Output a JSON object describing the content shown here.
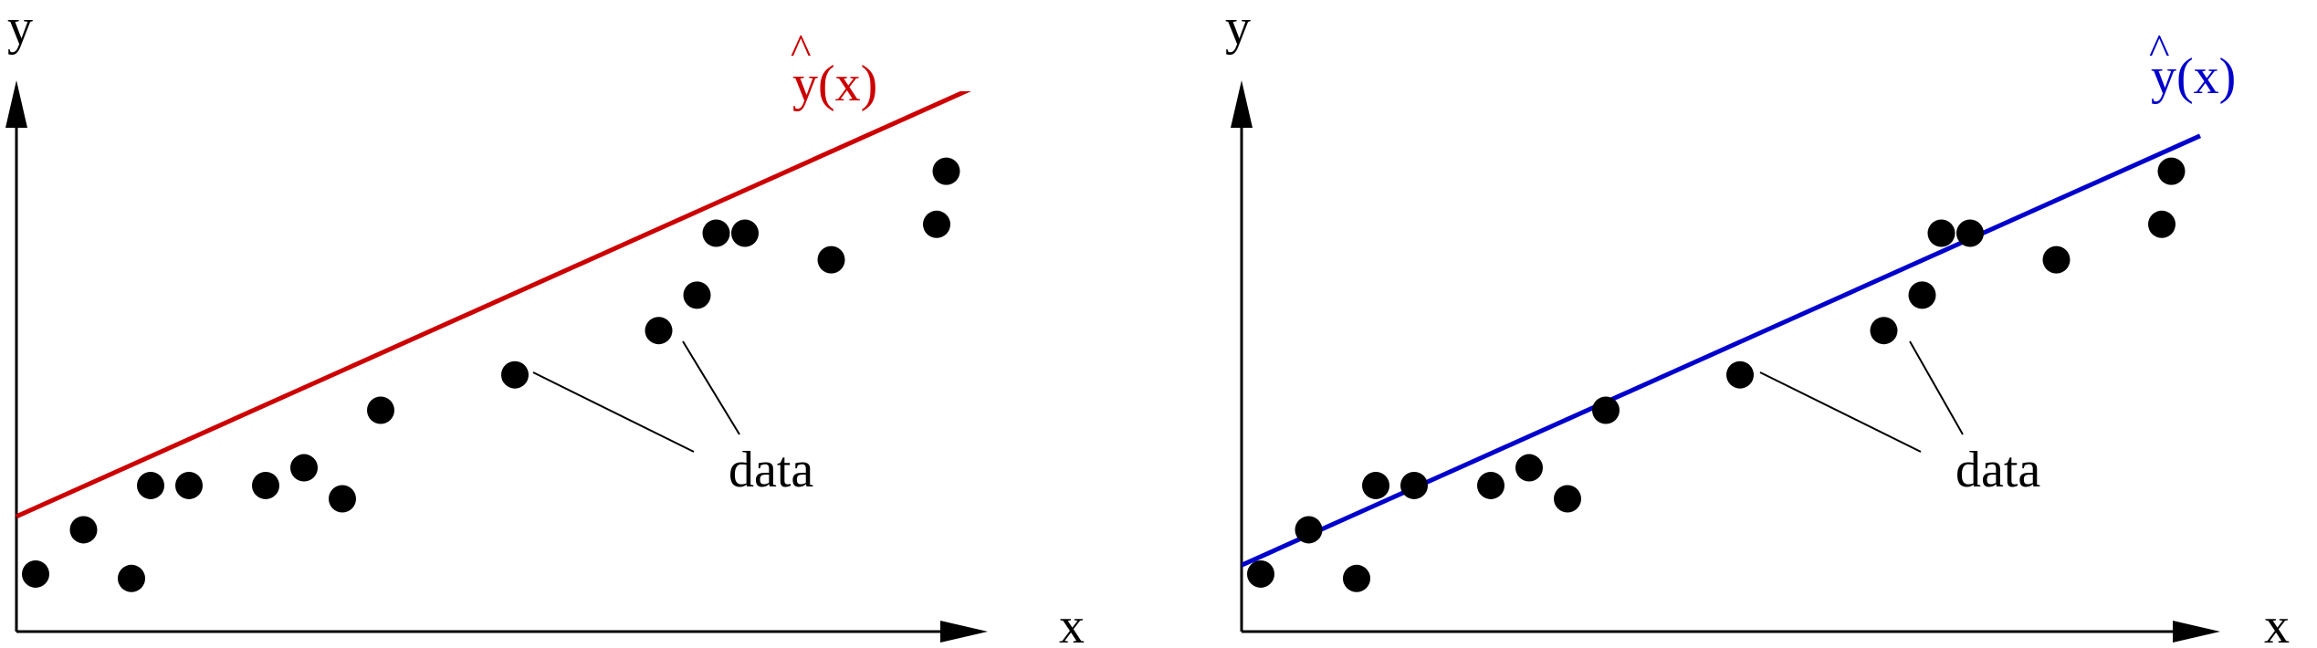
{
  "panels": [
    {
      "y_axis_label": "y",
      "x_axis_label": "x",
      "fit_label": "y(x)",
      "fit_hat": "^",
      "annotation": "data",
      "fit_color": "#cc0000",
      "fit_line": {
        "x": [
          0,
          1
        ],
        "y": [
          0.26,
          1.23
        ]
      },
      "points": [
        {
          "x": 0.02,
          "y": 0.13
        },
        {
          "x": 0.07,
          "y": 0.23
        },
        {
          "x": 0.12,
          "y": 0.12
        },
        {
          "x": 0.14,
          "y": 0.33
        },
        {
          "x": 0.18,
          "y": 0.33
        },
        {
          "x": 0.26,
          "y": 0.33
        },
        {
          "x": 0.3,
          "y": 0.37
        },
        {
          "x": 0.34,
          "y": 0.3
        },
        {
          "x": 0.38,
          "y": 0.5
        },
        {
          "x": 0.52,
          "y": 0.58
        },
        {
          "x": 0.67,
          "y": 0.68
        },
        {
          "x": 0.71,
          "y": 0.76
        },
        {
          "x": 0.73,
          "y": 0.9
        },
        {
          "x": 0.76,
          "y": 0.9
        },
        {
          "x": 0.85,
          "y": 0.84
        },
        {
          "x": 0.96,
          "y": 0.92
        },
        {
          "x": 0.97,
          "y": 1.04
        }
      ]
    },
    {
      "y_axis_label": "y",
      "x_axis_label": "x",
      "fit_label": "y(x)",
      "fit_hat": "^",
      "annotation": "data",
      "fit_color": "#0000cc",
      "fit_line": {
        "x": [
          0,
          1
        ],
        "y": [
          0.15,
          1.12
        ]
      },
      "points": [
        {
          "x": 0.02,
          "y": 0.13
        },
        {
          "x": 0.07,
          "y": 0.23
        },
        {
          "x": 0.12,
          "y": 0.12
        },
        {
          "x": 0.14,
          "y": 0.33
        },
        {
          "x": 0.18,
          "y": 0.33
        },
        {
          "x": 0.26,
          "y": 0.33
        },
        {
          "x": 0.3,
          "y": 0.37
        },
        {
          "x": 0.34,
          "y": 0.3
        },
        {
          "x": 0.38,
          "y": 0.5
        },
        {
          "x": 0.52,
          "y": 0.58
        },
        {
          "x": 0.67,
          "y": 0.68
        },
        {
          "x": 0.71,
          "y": 0.76
        },
        {
          "x": 0.73,
          "y": 0.9
        },
        {
          "x": 0.76,
          "y": 0.9
        },
        {
          "x": 0.85,
          "y": 0.84
        },
        {
          "x": 0.96,
          "y": 0.92
        },
        {
          "x": 0.97,
          "y": 1.04
        }
      ]
    }
  ]
}
